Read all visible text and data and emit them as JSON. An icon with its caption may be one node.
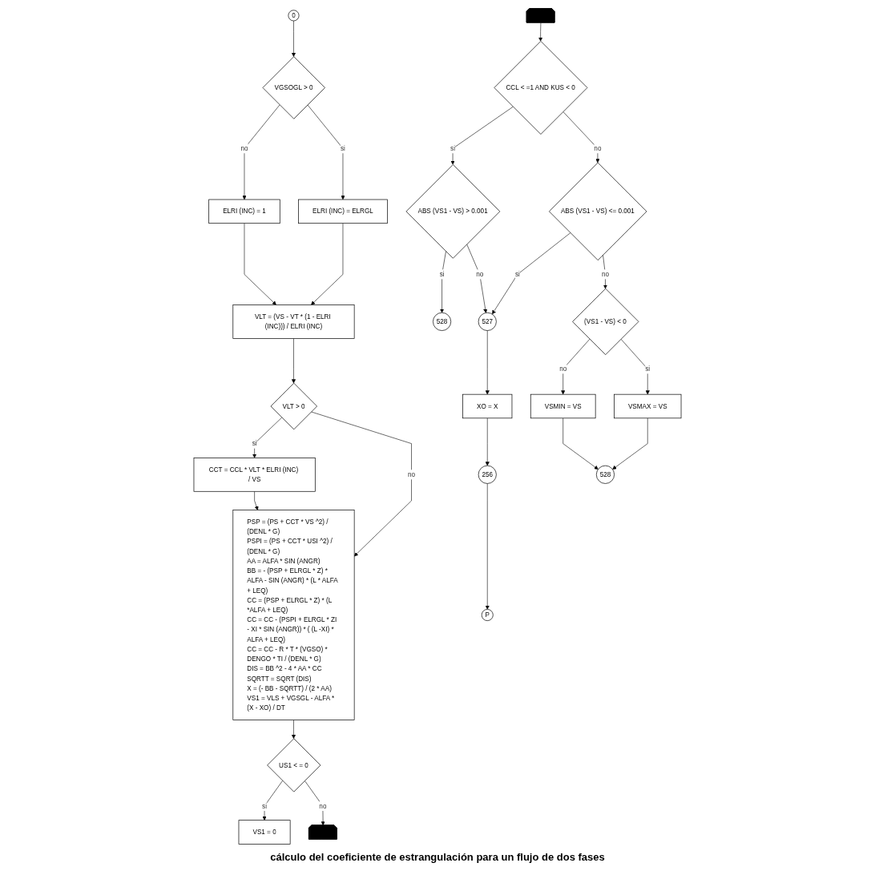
{
  "diagram": {
    "caption": "cálculo del coeficiente de estrangulación para un flujo de dos fases",
    "nodes": [
      {
        "text": [
          "0"
        ]
      },
      {
        "text": [
          "VGSOGL > 0"
        ]
      },
      {
        "text": [
          "ELRI (INC) = 1"
        ]
      },
      {
        "text": [
          "ELRI (INC) = ELRGL"
        ]
      },
      {
        "text": [
          "VLT = (VS - VT * (1 - ELRI (INC))) / ELRI (INC)"
        ]
      },
      {
        "text": [
          "VLT > 0"
        ]
      },
      {
        "text": [
          "CCT = CCL * VLT * ELRI (INC) / VS"
        ]
      },
      {
        "text": [
          "PSP = (PS + CCT * VS ^2) / (DENL * G)",
          "PSPI = (PS + CCT * USI ^2) / (DENL * G)",
          "AA = ALFA * SIN (ANGR)",
          "BB = - (PSP + ELRGL * Z) * ALFA - SIN (ANGR) * (L * ALFA + LEQ)",
          "CC = (PSP + ELRGL * Z) * (L *ALFA + LEQ)",
          "CC = CC - (PSPI + ELRGL * ZI - XI * SIN (ANGR)) * ( (L -XI) * ALFA + LEQ)",
          "CC = CC - R * T * (VGSO) * DENGO * TI / (DENL * G)",
          "DIS = BB ^2 - 4 * AA * CC",
          "SQRTT = SQRT (DIS)",
          "X = (- BB - SQRTT) / (2 * AA)",
          "VS1 = VLS + VGSGL - ALFA * (X - XO) / DT"
        ]
      },
      {
        "text": [
          "US1 < = 0"
        ]
      },
      {
        "text": [
          "VS1 = 0"
        ]
      },
      {
        "text": [],
        "shape": "pentagon"
      },
      {
        "text": [],
        "shape": "pentagon"
      },
      {
        "text": [
          "CCL < =1 AND KUS < 0"
        ]
      },
      {
        "text": [
          "ABS (VS1 - VS) > 0.001"
        ]
      },
      {
        "text": [
          "528"
        ]
      },
      {
        "text": [
          "ABS (VS1 - VS) <= 0.001"
        ]
      },
      {
        "text": [
          "(VS1 - VS) < 0"
        ]
      },
      {
        "text": [
          "VSMIN = VS"
        ]
      },
      {
        "text": [
          "VSMAX = VS"
        ]
      },
      {
        "text": [
          "528"
        ]
      },
      {
        "text": [
          "527"
        ]
      },
      {
        "text": [
          "XO = X"
        ]
      },
      {
        "text": [
          "256"
        ]
      },
      {
        "text": [
          "P"
        ]
      }
    ],
    "edges": [
      {
        "from": 0,
        "to": 1,
        "arrow": "to"
      },
      {
        "from": 1,
        "to": 2,
        "arrow": "to",
        "label": "no"
      },
      {
        "from": 1,
        "to": 3,
        "arrow": "to",
        "label": "si"
      },
      {
        "from": 2,
        "to": 4,
        "arrow": "to"
      },
      {
        "from": 3,
        "to": 4,
        "arrow": "to"
      },
      {
        "from": 4,
        "to": 5,
        "arrow": "to"
      },
      {
        "from": 5,
        "to": 6,
        "arrow": "to",
        "label": "si"
      },
      {
        "from": 5,
        "to": 7,
        "arrow": "to",
        "label": "no"
      },
      {
        "from": 6,
        "to": 7,
        "arrow": "to"
      },
      {
        "from": 7,
        "to": 8,
        "arrow": "to"
      },
      {
        "from": 8,
        "to": 9,
        "arrow": "to",
        "label": "si"
      },
      {
        "from": 8,
        "to": 10,
        "arrow": "to",
        "label": "no"
      },
      {
        "from": 11,
        "to": 12,
        "arrow": "to"
      },
      {
        "from": 12,
        "to": 13,
        "arrow": "to",
        "label": "si"
      },
      {
        "from": 12,
        "to": 15,
        "arrow": "to",
        "label": "no"
      },
      {
        "from": 13,
        "to": 14,
        "arrow": "to",
        "label": "si"
      },
      {
        "from": 13,
        "to": 20,
        "arrow": "to",
        "label": "no"
      },
      {
        "from": 15,
        "to": 20,
        "arrow": "to",
        "label": "si"
      },
      {
        "from": 15,
        "to": 16,
        "arrow": "to",
        "label": "no"
      },
      {
        "from": 16,
        "to": 17,
        "arrow": "to",
        "label": "no"
      },
      {
        "from": 16,
        "to": 18,
        "arrow": "to",
        "label": "si"
      },
      {
        "from": 17,
        "to": 19,
        "arrow": "to"
      },
      {
        "from": 18,
        "to": 19,
        "arrow": "to"
      },
      {
        "from": 20,
        "to": 21,
        "arrow": "to"
      },
      {
        "from": 21,
        "to": 22,
        "arrow": "to"
      },
      {
        "from": 22,
        "to": 23,
        "arrow": "to"
      }
    ]
  }
}
